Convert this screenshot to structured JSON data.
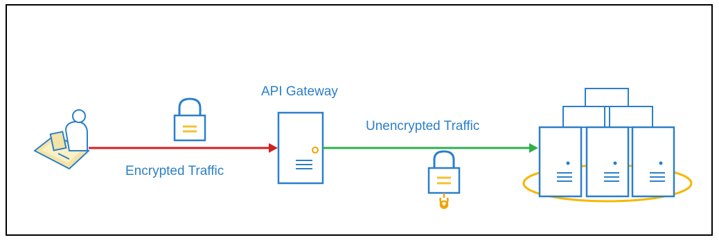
{
  "labels": {
    "gateway": "API Gateway",
    "encrypted": "Encrypted Traffic",
    "unencrypted": "Unencrypted Traffic"
  },
  "colors": {
    "accent_blue": "#2a7fc9",
    "lock_yellow": "#f2c230",
    "encrypted_line": "#d22020",
    "unencrypted_line": "#2db04a",
    "ring": "#f5b800"
  },
  "icons": {
    "client": "user-at-desk-icon",
    "lock": "padlock-icon",
    "unlocked": "broken-padlock-icon",
    "gateway": "server-icon",
    "backend": "server-cluster-icon"
  }
}
